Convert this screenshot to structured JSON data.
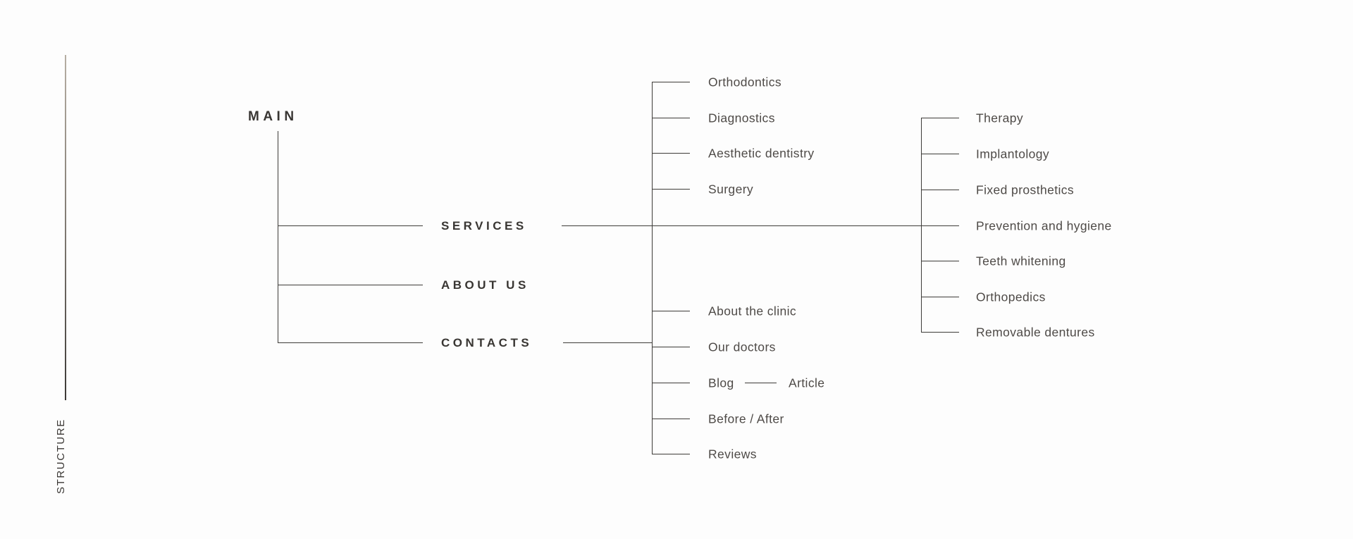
{
  "diagram": {
    "side_label": "STRUCTURE",
    "root": {
      "label": "MAIN"
    },
    "sections": [
      {
        "label": "SERVICES"
      },
      {
        "label": "ABOUT US"
      },
      {
        "label": "CONTACTS"
      }
    ],
    "services_children_col1": [
      "Orthodontics",
      "Diagnostics",
      "Aesthetic dentistry",
      "Surgery"
    ],
    "services_children_col2": [
      "Therapy",
      "Implantology",
      "Fixed prosthetics",
      "Prevention and hygiene",
      "Teeth whitening",
      "Orthopedics",
      "Removable dentures"
    ],
    "contacts_children": [
      "About the clinic",
      "Our doctors",
      "Blog",
      "Before / After",
      "Reviews"
    ],
    "blog_children": [
      "Article"
    ]
  },
  "colors": {
    "background": "#fdfdfd",
    "line": "#3d3b38",
    "heading_text": "#393633",
    "item_text": "#4e4a47",
    "accent_line_top": "#b6aea3",
    "accent_line_bottom": "#3c3936"
  }
}
